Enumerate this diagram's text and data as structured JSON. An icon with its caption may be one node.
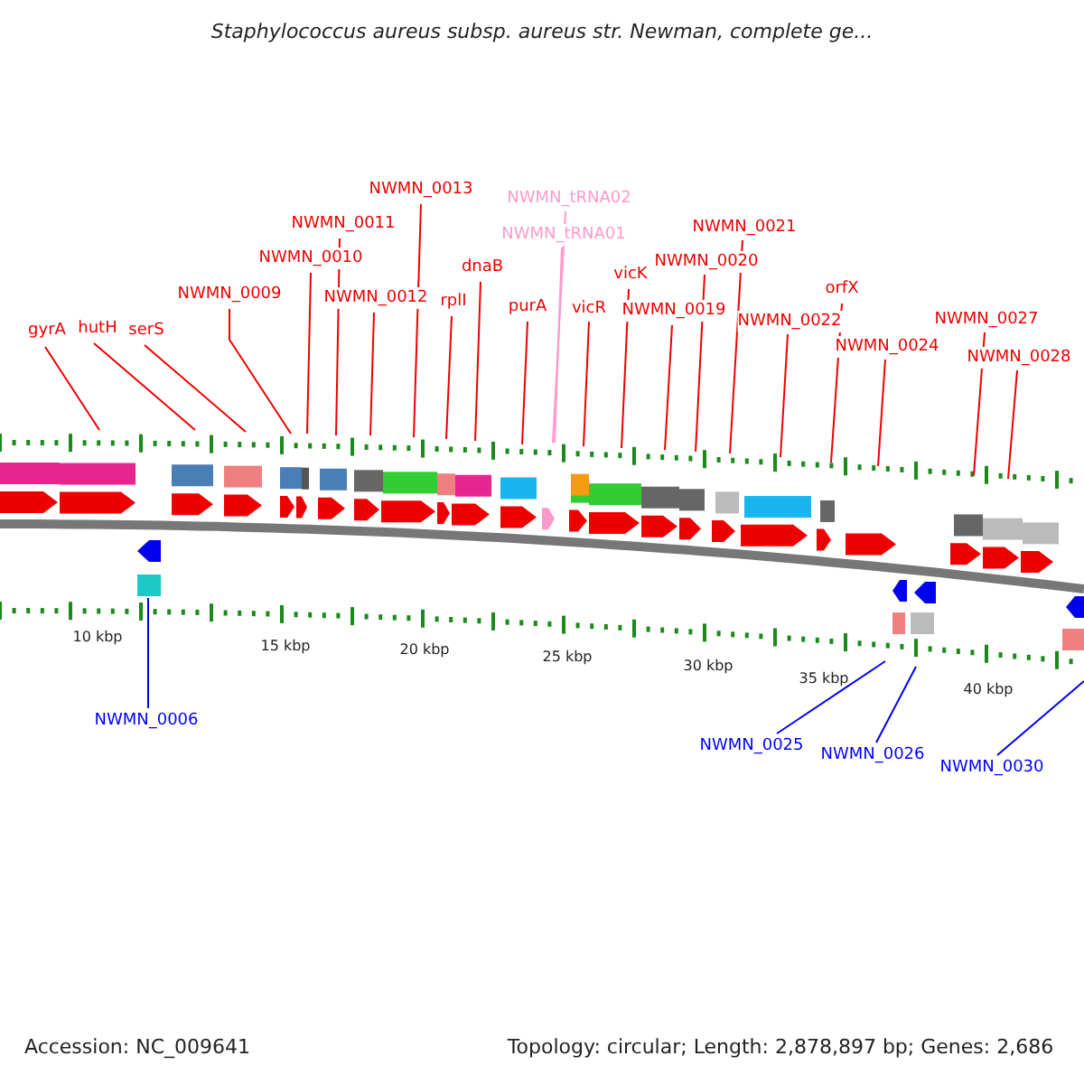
{
  "diagram": {
    "title": "Staphylococcus aureus subsp. aureus str. Newman, complete ge...",
    "nodes": [
      {
        "text": [
          "gyrA"
        ]
      },
      {
        "text": [
          "hutH"
        ]
      },
      {
        "text": [
          "serS"
        ]
      },
      {
        "text": [
          "NWMN_0009"
        ]
      },
      {
        "text": [
          "NWMN_0010"
        ]
      },
      {
        "text": [
          "NWMN_0011"
        ]
      },
      {
        "text": [
          "NWMN_0012"
        ]
      },
      {
        "text": [
          "NWMN_0013"
        ]
      },
      {
        "text": [
          "rplI"
        ]
      },
      {
        "text": [
          "dnaB"
        ]
      },
      {
        "text": [
          "purA"
        ]
      },
      {
        "text": [
          "NWMN_tRNA02"
        ]
      },
      {
        "text": [
          "NWMN_tRNA01"
        ]
      },
      {
        "text": [
          "vicR"
        ]
      },
      {
        "text": [
          "vicK"
        ]
      },
      {
        "text": [
          "NWMN_0019"
        ]
      },
      {
        "text": [
          "NWMN_0020"
        ]
      },
      {
        "text": [
          "NWMN_0021"
        ]
      },
      {
        "text": [
          "NWMN_0022"
        ]
      },
      {
        "text": [
          "orfX"
        ]
      },
      {
        "text": [
          "NWMN_0024"
        ]
      },
      {
        "text": [
          "NWMN_0027"
        ]
      },
      {
        "text": [
          "NWMN_0028"
        ]
      },
      {
        "text": [
          "NWMN_0006"
        ]
      },
      {
        "text": [
          "NWMN_0025"
        ]
      },
      {
        "text": [
          "NWMN_0026"
        ]
      },
      {
        "text": [
          "NWMN_0030"
        ]
      }
    ],
    "edges": [
      {
        "from": 0,
        "to": null,
        "arrow": "none"
      },
      {
        "from": 1,
        "to": null,
        "arrow": "none"
      },
      {
        "from": 2,
        "to": null,
        "arrow": "none"
      },
      {
        "from": 3,
        "to": null,
        "arrow": "none"
      },
      {
        "from": 4,
        "to": null,
        "arrow": "none"
      },
      {
        "from": 5,
        "to": null,
        "arrow": "none"
      },
      {
        "from": 6,
        "to": null,
        "arrow": "none"
      },
      {
        "from": 7,
        "to": null,
        "arrow": "none"
      },
      {
        "from": 8,
        "to": null,
        "arrow": "none"
      },
      {
        "from": 9,
        "to": null,
        "arrow": "none"
      },
      {
        "from": 10,
        "to": null,
        "arrow": "none"
      },
      {
        "from": 11,
        "to": null,
        "arrow": "none",
        "color": "#ff99cc"
      },
      {
        "from": 12,
        "to": null,
        "arrow": "none",
        "color": "#ff99cc"
      },
      {
        "from": 13,
        "to": null,
        "arrow": "none"
      },
      {
        "from": 14,
        "to": null,
        "arrow": "none"
      },
      {
        "from": 15,
        "to": null,
        "arrow": "none"
      },
      {
        "from": 16,
        "to": null,
        "arrow": "none"
      },
      {
        "from": 17,
        "to": null,
        "arrow": "none"
      },
      {
        "from": 18,
        "to": null,
        "arrow": "none"
      },
      {
        "from": 19,
        "to": null,
        "arrow": "none"
      },
      {
        "from": 20,
        "to": null,
        "arrow": "none"
      },
      {
        "from": 21,
        "to": null,
        "arrow": "none"
      },
      {
        "from": 22,
        "to": null,
        "arrow": "none"
      },
      {
        "from": 23,
        "to": null,
        "arrow": "none",
        "color": "#0000ff"
      },
      {
        "from": 24,
        "to": null,
        "arrow": "none",
        "color": "#0000ff"
      },
      {
        "from": 25,
        "to": null,
        "arrow": "none",
        "color": "#0000ff"
      },
      {
        "from": 26,
        "to": null,
        "arrow": "none",
        "color": "#0000ff"
      }
    ],
    "labels": [
      "10 kbp",
      "15 kbp",
      "20 kbp",
      "25 kbp",
      "30 kbp",
      "35 kbp",
      "40 kbp",
      "Accession: NC_009641",
      "Topology: circular; Length: 2,878,897 bp; Genes: 2,686"
    ]
  }
}
